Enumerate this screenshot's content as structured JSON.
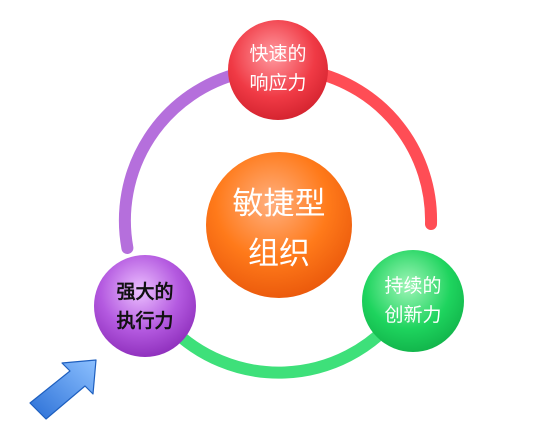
{
  "center": {
    "line1": "敏捷型",
    "line2": "组织",
    "color": "#ff7a1a"
  },
  "nodes": {
    "top": {
      "line1": "快速的",
      "line2": "响应力",
      "color": "#f03a45"
    },
    "right": {
      "line1": "持续的",
      "line2": "创新力",
      "color": "#1ed45e"
    },
    "left": {
      "line1": "强大的",
      "line2": "执行力",
      "color": "#9a32c8"
    }
  },
  "ring_colors": {
    "top_to_right": "#ff4d55",
    "right_to_left": "#3ee07a",
    "left_to_top": "#b56fdc"
  },
  "pointer": {
    "icon": "arrow-icon",
    "color": "#3a85e6"
  }
}
